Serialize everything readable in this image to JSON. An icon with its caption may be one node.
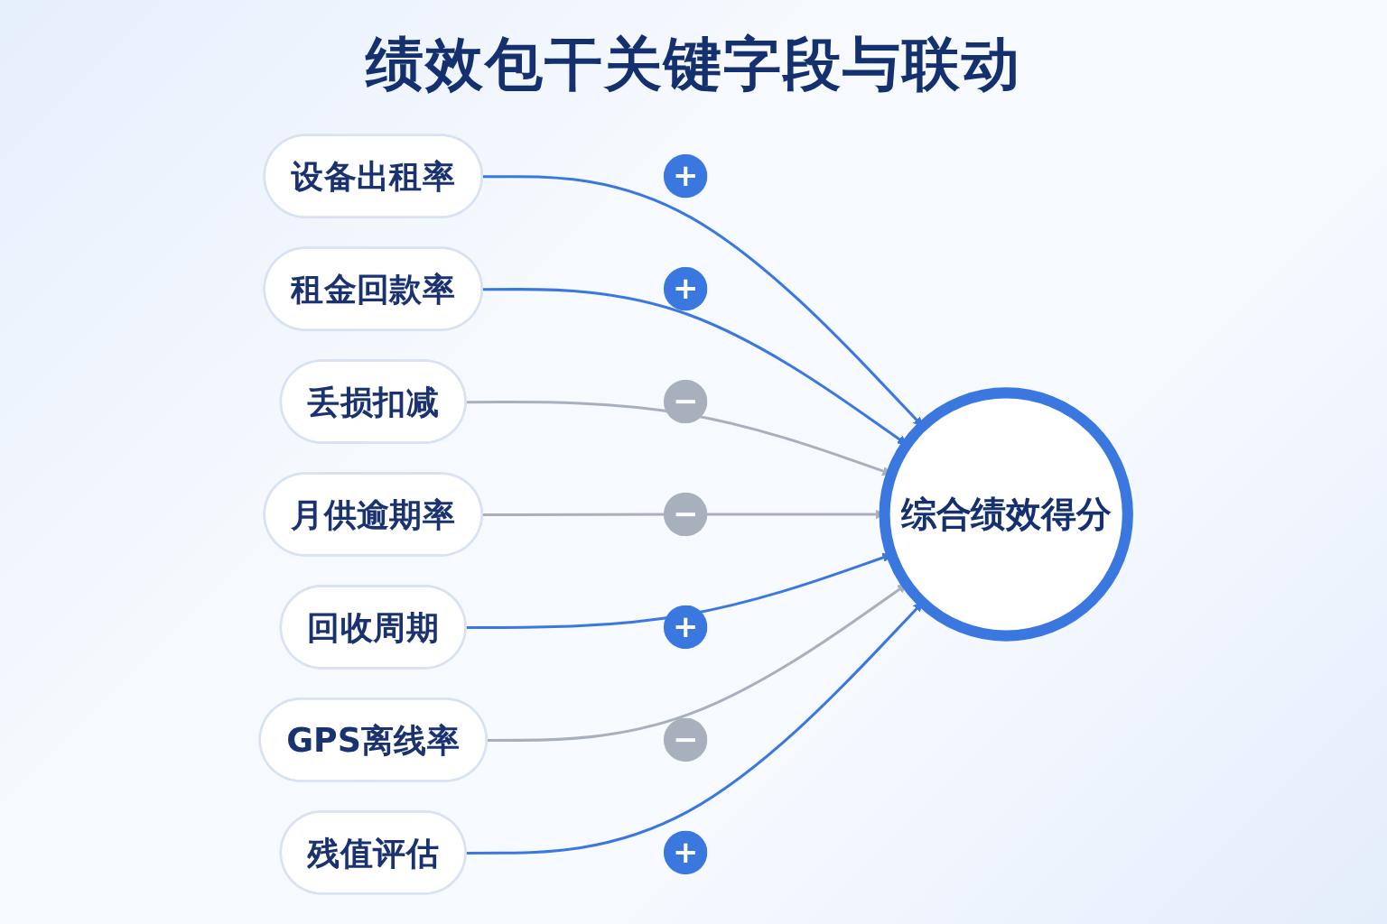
{
  "diagram": {
    "title": "绩效包干关键字段与联动",
    "nodes": [
      {
        "text": [
          "设备出租率"
        ]
      },
      {
        "text": [
          "租金回款率"
        ]
      },
      {
        "text": [
          "丢损扣减"
        ]
      },
      {
        "text": [
          "月供逾期率"
        ]
      },
      {
        "text": [
          "回收周期"
        ]
      },
      {
        "text": [
          "GPS离线率"
        ]
      },
      {
        "text": [
          "残值评估"
        ]
      },
      {
        "text": [
          "综合绩效得分"
        ]
      }
    ],
    "edges": [
      {
        "from": 0,
        "to": 7,
        "arrow": "to",
        "label": "+"
      },
      {
        "from": 1,
        "to": 7,
        "arrow": "to",
        "label": "+"
      },
      {
        "from": 2,
        "to": 7,
        "arrow": "to",
        "label": "−",
        "color": "#a9b0bd"
      },
      {
        "from": 3,
        "to": 7,
        "arrow": "to",
        "label": "−",
        "color": "#a9b0bd"
      },
      {
        "from": 4,
        "to": 7,
        "arrow": "to",
        "label": "+"
      },
      {
        "from": 5,
        "to": 7,
        "arrow": "to",
        "label": "−",
        "color": "#a9b0bd"
      },
      {
        "from": 6,
        "to": 7,
        "arrow": "to",
        "label": "+"
      }
    ]
  }
}
